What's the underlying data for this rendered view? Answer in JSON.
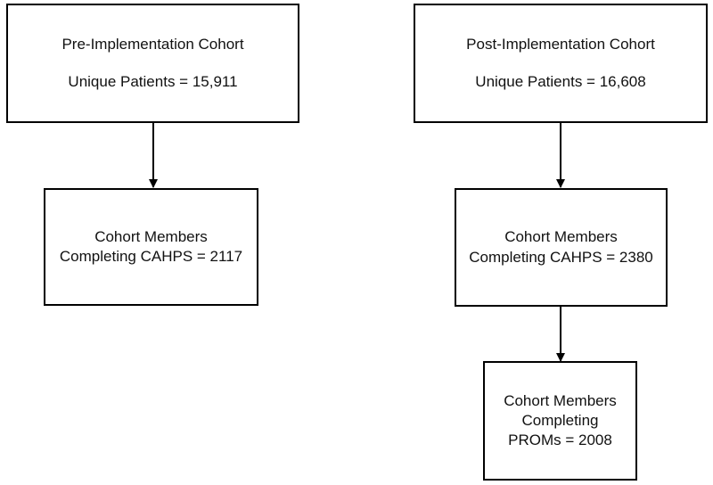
{
  "pre_cohort": {
    "title": "Pre-Implementation Cohort",
    "count": "Unique Patients = 15,911"
  },
  "pre_cahps": {
    "line1": "Cohort Members",
    "line2": "Completing CAHPS = 2117"
  },
  "post_cohort": {
    "title": "Post-Implementation Cohort",
    "count": "Unique Patients = 16,608"
  },
  "post_cahps": {
    "line1": "Cohort Members",
    "line2": "Completing CAHPS = 2380"
  },
  "post_proms": {
    "line1": "Cohort Members",
    "line2": "Completing",
    "line3": "PROMs = 2008"
  },
  "colors": {
    "border": "#000000",
    "arrow": "#000000"
  }
}
